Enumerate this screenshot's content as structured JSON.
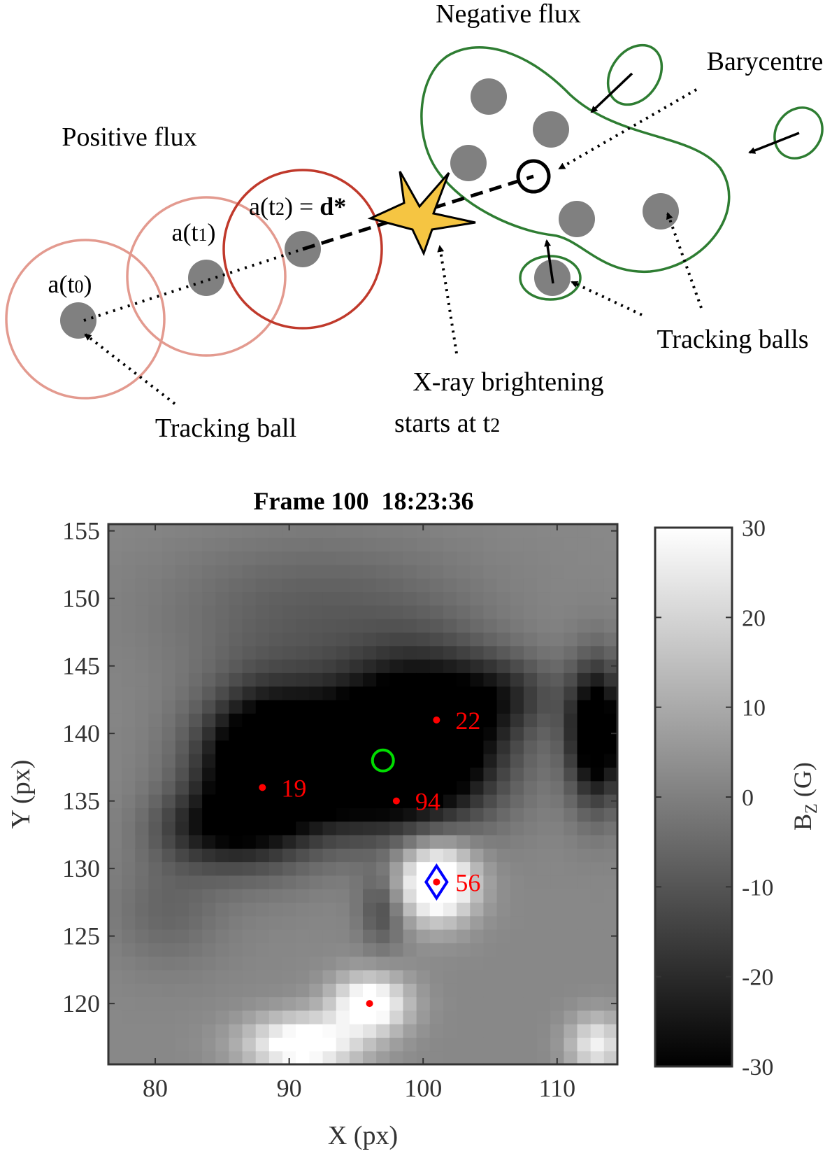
{
  "diagram": {
    "labels": {
      "positive_flux": "Positive flux",
      "negative_flux": "Negative flux",
      "barycentre": "Barycentre",
      "tracking_ball": "Tracking ball",
      "tracking_balls": "Tracking balls",
      "xray_line1": "X-ray brightening",
      "xray_line2_pre": "starts at t",
      "xray_line2_sub": "2",
      "a0_pre": "a(t",
      "a0_sub": "0",
      "a0_post": ")",
      "a1_pre": "a(t",
      "a1_sub": "1",
      "a1_post": ")",
      "a2_pre": "a(t",
      "a2_sub": "2",
      "a2_post": ") = ",
      "a2_bold": "d*"
    },
    "colors": {
      "light_red": "#e39a8f",
      "dark_red": "#c0392b",
      "green": "#2e7d32",
      "ball_gray": "#808080",
      "star_yellow": "#f5c542"
    }
  },
  "chart_data": {
    "type": "heatmap",
    "title": "Frame 100  18:23:36",
    "xlabel": "X (px)",
    "ylabel": "Y (px)",
    "xlim": [
      76.5,
      114.5
    ],
    "ylim": [
      115.5,
      155.5
    ],
    "xticks": [
      80,
      90,
      100,
      110
    ],
    "yticks": [
      120,
      125,
      130,
      135,
      140,
      145,
      150,
      155
    ],
    "colorbar": {
      "label_main": "B",
      "label_sub": "Z",
      "label_unit": " (G)",
      "range": [
        -30,
        30
      ],
      "ticks": [
        30,
        20,
        10,
        0,
        -10,
        -20,
        -30
      ]
    },
    "points": [
      {
        "label": "19",
        "x": 88,
        "y": 136
      },
      {
        "label": "22",
        "x": 101,
        "y": 141
      },
      {
        "label": "94",
        "x": 98,
        "y": 135
      },
      {
        "label": "56",
        "x": 101,
        "y": 129
      },
      {
        "label": "",
        "x": 96,
        "y": 120
      }
    ],
    "barycentre": {
      "x": 97,
      "y": 138
    },
    "flare_site": {
      "x": 101,
      "y": 129
    },
    "colors": {
      "points": "#ff0000",
      "barycentre": "#00dd00",
      "flare_site": "#0000ff"
    }
  }
}
